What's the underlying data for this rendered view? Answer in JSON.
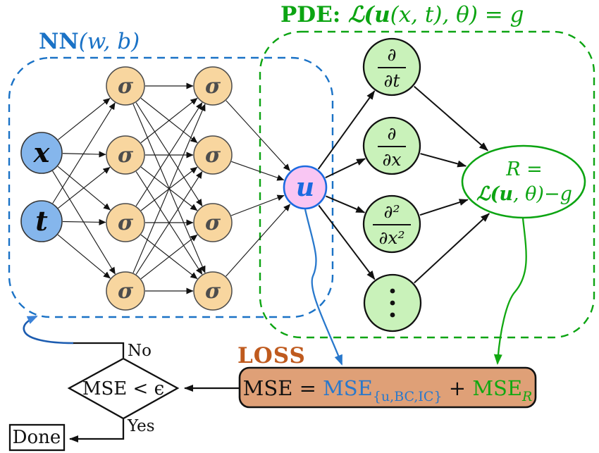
{
  "diagram": {
    "nn_box": {
      "title_bold": "NN",
      "title_math": "(w, b)",
      "input_labels": [
        "x",
        "t"
      ],
      "hidden_label": "σ",
      "output_label": "u"
    },
    "pde_box": {
      "title_bold": "PDE: ",
      "title_script": "ℒ(",
      "title_u": "u",
      "title_rest": "(x, t), θ) = g",
      "derivative_nodes": [
        {
          "num": "∂",
          "den": "∂t"
        },
        {
          "num": "∂",
          "den": "∂x"
        },
        {
          "num": "∂²",
          "den": "∂x²"
        },
        {
          "dots": "⋮"
        }
      ],
      "residual": {
        "line1": "R =",
        "l2_script": "ℒ(",
        "l2_u": "u",
        "l2_rest": ", θ)−g"
      }
    },
    "loss": {
      "heading": "LOSS",
      "mse_black": "MSE = ",
      "mse_blue": "MSE",
      "mse_blue_sub": "{u,BC,IC}",
      "plus": " + ",
      "mse_green": "MSE",
      "mse_green_sub": "R"
    },
    "decision": {
      "label": "MSE < ϵ",
      "no": "No",
      "yes": "Yes",
      "done": "Done"
    }
  },
  "colors": {
    "nn_blue": "#1a72c6",
    "pde_green": "#0ca412",
    "loss_orange": "#bf5a1e",
    "box_tan": "#dfa077",
    "node_blue": "#85b6ec",
    "node_orange": "#f8d69f",
    "node_green": "#c9f2ba",
    "node_pink": "#f9c6f3",
    "u_blue": "#1b6ae0",
    "formula_blue": "#2878cc",
    "formula_green": "#11a811",
    "feedback_blue": "#1c5cb0"
  }
}
